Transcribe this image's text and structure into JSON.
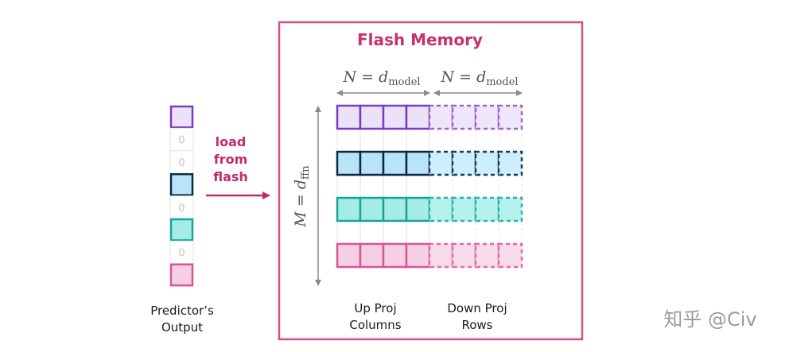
{
  "title": "Flash Memory",
  "arrow_label_lines": [
    "load",
    "from",
    "flash"
  ],
  "predictor": {
    "label_lines": [
      "Predictor’s",
      "Output"
    ],
    "cells": [
      {
        "value": "",
        "color": "purple"
      },
      {
        "value": "0",
        "color": "zero"
      },
      {
        "value": "0",
        "color": "zero"
      },
      {
        "value": "",
        "color": "navy"
      },
      {
        "value": "0",
        "color": "zero"
      },
      {
        "value": "",
        "color": "teal"
      },
      {
        "value": "0",
        "color": "zero"
      },
      {
        "value": "",
        "color": "pink"
      }
    ]
  },
  "dimensions": {
    "n_left": {
      "var": "N",
      "eq": " = ",
      "d": "d",
      "sub": "model"
    },
    "n_right": {
      "var": "N",
      "eq": " = ",
      "d": "d",
      "sub": "model"
    },
    "m_vertical": {
      "var": "M",
      "eq": " = ",
      "d": "d",
      "sub": "ffn"
    }
  },
  "matrix": {
    "columns_per_half": 4,
    "rows": [
      "purple",
      "empty",
      "navy",
      "empty",
      "teal",
      "empty",
      "pink"
    ]
  },
  "bottom_labels": {
    "up": [
      "Up Proj",
      "Columns"
    ],
    "down": [
      "Down Proj",
      "Rows"
    ]
  },
  "watermark": "知乎 @Civ",
  "colors": {
    "purple": {
      "stroke": "#7a3bc0",
      "fill": "#ece2f7",
      "fill_light": "#efe6fa",
      "stroke_light": "#9a62d4"
    },
    "navy": {
      "stroke": "#0d2a3f",
      "fill": "#b9e3f8",
      "fill_light": "#cdeefc",
      "stroke_light": "#1d3c52"
    },
    "teal": {
      "stroke": "#1ba39a",
      "fill": "#a4ece6",
      "fill_light": "#b6f2ed",
      "stroke_light": "#2bb3aa"
    },
    "pink": {
      "stroke": "#d7559b",
      "fill": "#f5cfe3",
      "fill_light": "#f8dbeb",
      "stroke_light": "#e06aa8"
    },
    "frame": "#d14f8a",
    "title": "#c8306f",
    "arrow": "#c22a6a",
    "grid": "#e3e3e3",
    "dim_arrow": "#8a8a8a"
  }
}
